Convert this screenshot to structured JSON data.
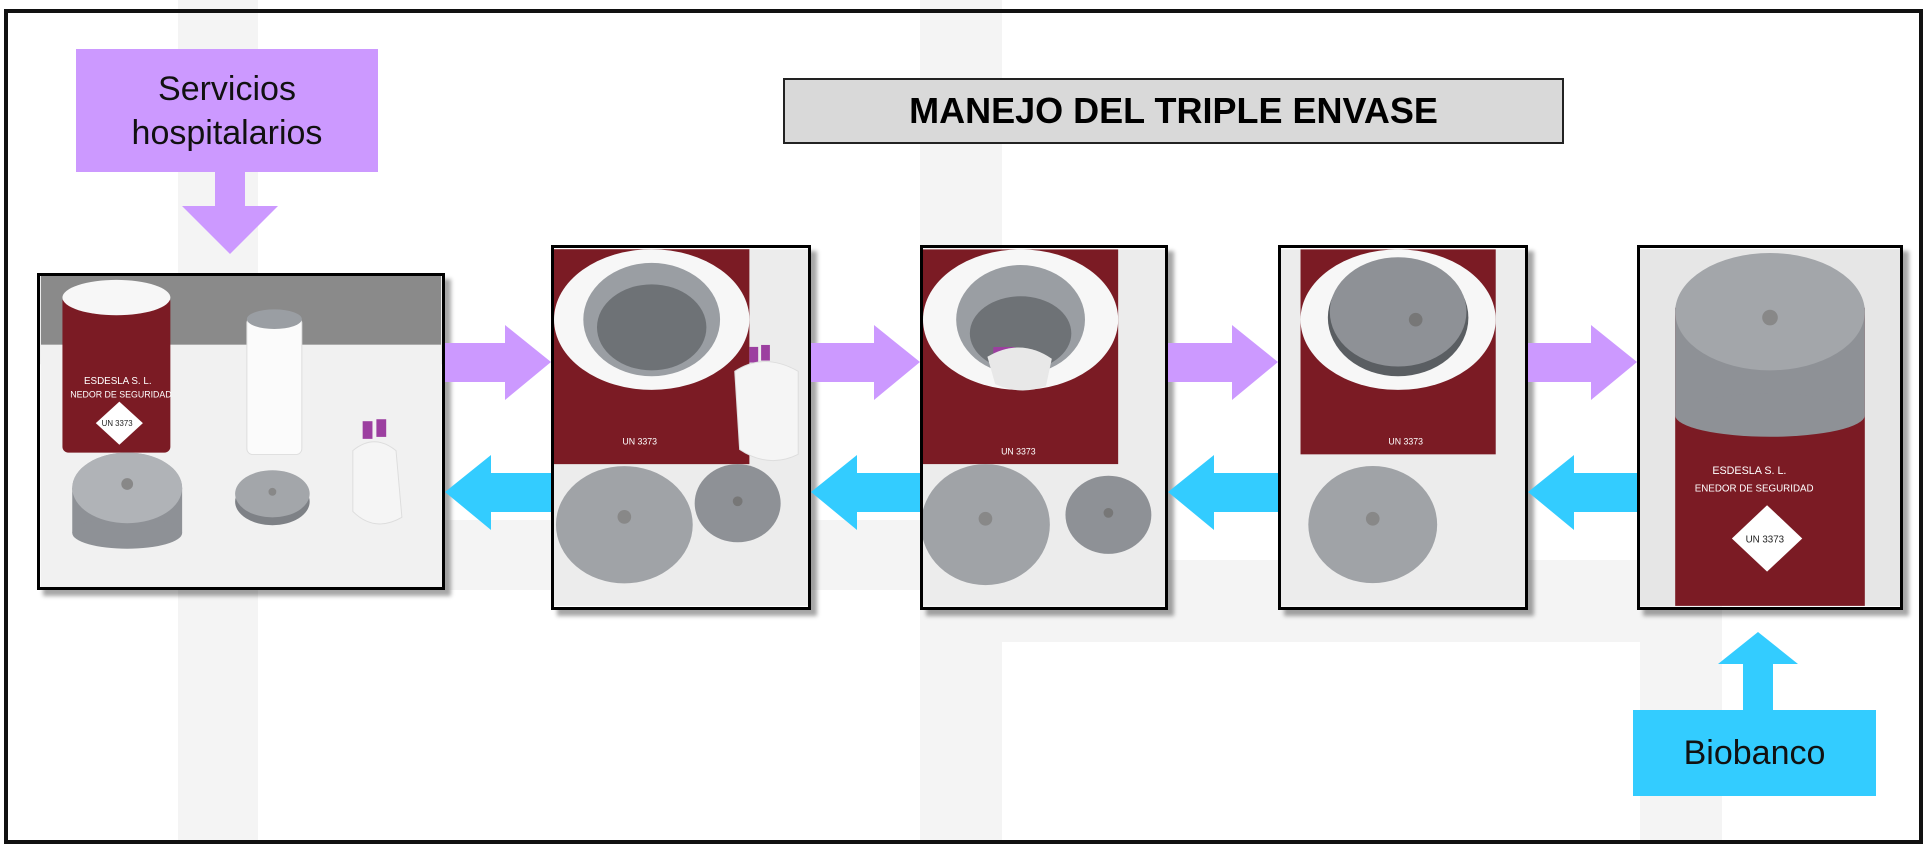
{
  "title": "MANEJO DEL TRIPLE ENVASE",
  "source_label": "Servicios\nhospitalarios",
  "dest_label": "Biobanco",
  "colors": {
    "forward_arrow": "#cc99ff",
    "backward_arrow": "#33ccff",
    "title_bg": "#d9d9d9"
  },
  "photos": [
    {
      "name": "step-1-photo",
      "package_labels": [
        "ESDESLA S. L.",
        "NEDOR DE SEGURIDAD",
        "UN 3373"
      ]
    },
    {
      "name": "step-2-photo",
      "package_labels": [
        "UN 3373"
      ]
    },
    {
      "name": "step-3-photo",
      "package_labels": [
        "UN 3373"
      ]
    },
    {
      "name": "step-4-photo",
      "package_labels": [
        "UN 3373"
      ]
    },
    {
      "name": "step-5-photo",
      "package_labels": [
        "ESDESLA S. L.",
        "ENEDOR DE SEGURIDAD",
        "UN 3373"
      ]
    }
  ]
}
